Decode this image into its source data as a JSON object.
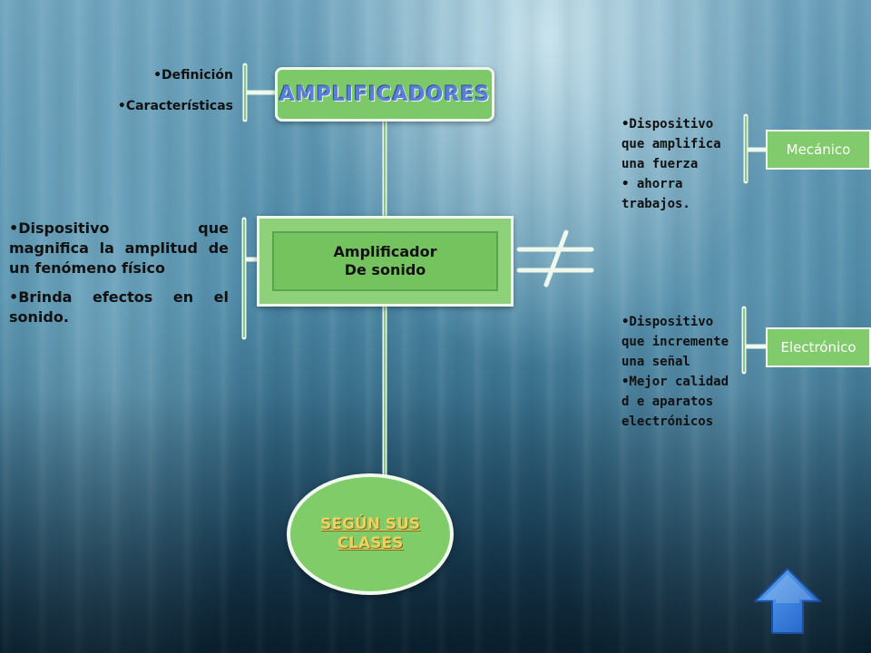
{
  "title": "AMPLIFICADORES",
  "top_labels": {
    "definicion": "•Definición",
    "caracteristicas": "•Características"
  },
  "center": {
    "line1": "Amplificador",
    "line2": "De sonido"
  },
  "left_description": {
    "item1": "•Dispositivo que magnifica la amplitud de un fenómeno físico",
    "item2": "•Brinda efectos en el sonido."
  },
  "classes": {
    "line1": "SEGÚN SUS",
    "line2": "CLASES"
  },
  "types": {
    "mecanico": {
      "label": "Mecánico",
      "desc1": "•Dispositivo que amplifica una fuerza",
      "desc2": "• ahorra trabajos."
    },
    "electronico": {
      "label": "Electrónico",
      "desc1": "•Dispositivo que incremente una señal",
      "desc2": "•Mejor calidad d e aparatos electrónicos"
    }
  },
  "colors": {
    "box_green": "#7dc96a",
    "connector": "#eef8ec",
    "title_blue": "#5b7fd6",
    "class_gold": "#f0d060",
    "arrow_blue": "#2f7fe0"
  },
  "icons": {
    "nav": "up-arrow-icon"
  }
}
